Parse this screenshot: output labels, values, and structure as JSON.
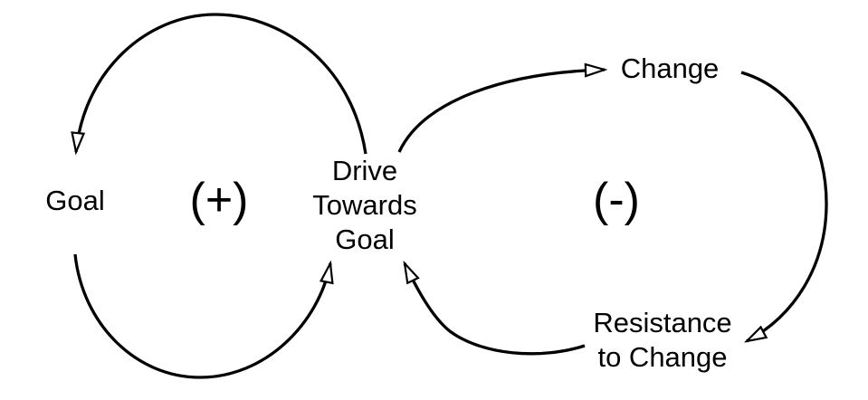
{
  "diagram": {
    "type": "causal-loop-diagram",
    "background": "#ffffff",
    "stroke_color": "#000000",
    "nodes": {
      "goal": "Goal",
      "drive": [
        "Drive",
        "Towards",
        "Goal"
      ],
      "change": "Change",
      "resistance": [
        "Resistance",
        "to Change"
      ]
    },
    "loop_signs": {
      "positive": "(+)",
      "negative": "(-)"
    },
    "edges": [
      {
        "from": "Drive Towards Goal",
        "to": "Goal",
        "arrow": "hollow-triangle"
      },
      {
        "from": "Goal",
        "to": "Drive Towards Goal",
        "arrow": "hollow-triangle"
      },
      {
        "from": "Drive Towards Goal",
        "to": "Change",
        "arrow": "hollow-triangle"
      },
      {
        "from": "Change",
        "to": "Resistance to Change",
        "arrow": "hollow-triangle"
      },
      {
        "from": "Resistance to Change",
        "to": "Drive Towards Goal",
        "arrow": "hollow-triangle"
      }
    ]
  }
}
